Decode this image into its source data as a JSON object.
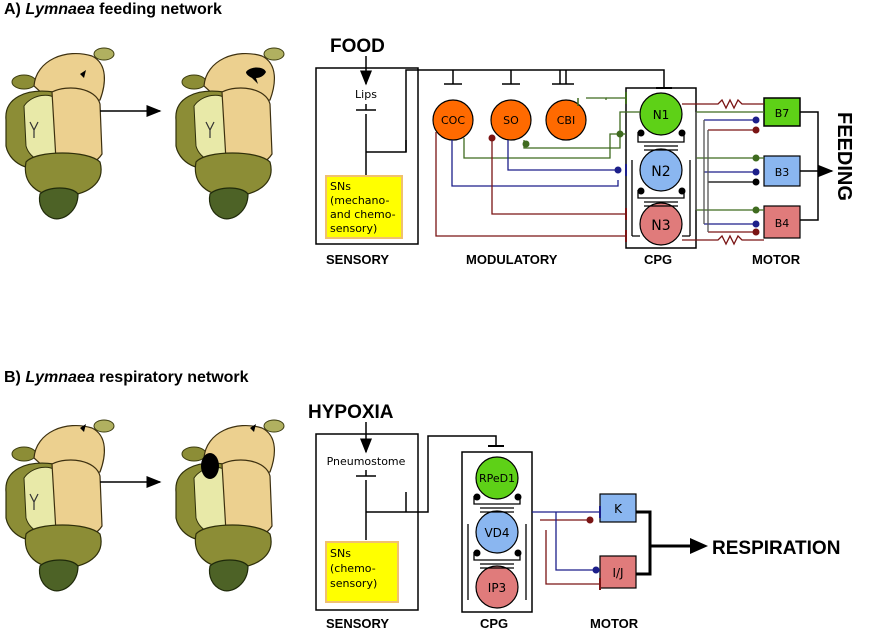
{
  "panelA": {
    "title_prefix": "A)",
    "title_italic": "Lymnaea",
    "title_suffix": "feeding network",
    "stimulus": "FOOD",
    "receptor": "Lips",
    "sensory_box": [
      "SNs",
      "(mechano-",
      "and chemo-",
      "sensory)"
    ],
    "modulatory": [
      "COC",
      "SO",
      "CBI"
    ],
    "cpg": [
      "N1",
      "N2",
      "N3"
    ],
    "motor": [
      "B7",
      "B3",
      "B4"
    ],
    "output": "FEEDING",
    "sections": {
      "sensory": "SENSORY",
      "modulatory": "MODULATORY",
      "cpg": "CPG",
      "motor": "MOTOR"
    }
  },
  "panelB": {
    "title_prefix": "B)",
    "title_italic": "Lymnaea",
    "title_suffix": "respiratory network",
    "stimulus": "HYPOXIA",
    "receptor": "Pneumostome",
    "sensory_box": [
      "SNs",
      "(chemo-",
      "sensory)"
    ],
    "cpg": [
      "RPeD1",
      "VD4",
      "IP3"
    ],
    "motor": [
      "K",
      "I/J"
    ],
    "output": "RESPIRATION",
    "sections": {
      "sensory": "SENSORY",
      "cpg": "CPG",
      "motor": "MOTOR"
    }
  },
  "colors": {
    "orange": "#ff6a00",
    "green": "#5ed117",
    "blue": "#8ab6f0",
    "red": "#e07b7b",
    "yellow": "#ffff00",
    "dark_green": "#3f6b1f",
    "dark_blue": "#1c1f8a",
    "dark_red": "#7a1414",
    "brain_tan": "#ecd08f",
    "brain_olive": "#8c8d36",
    "brain_pale": "#e8e9a8",
    "brain_dark": "#4d6226"
  }
}
